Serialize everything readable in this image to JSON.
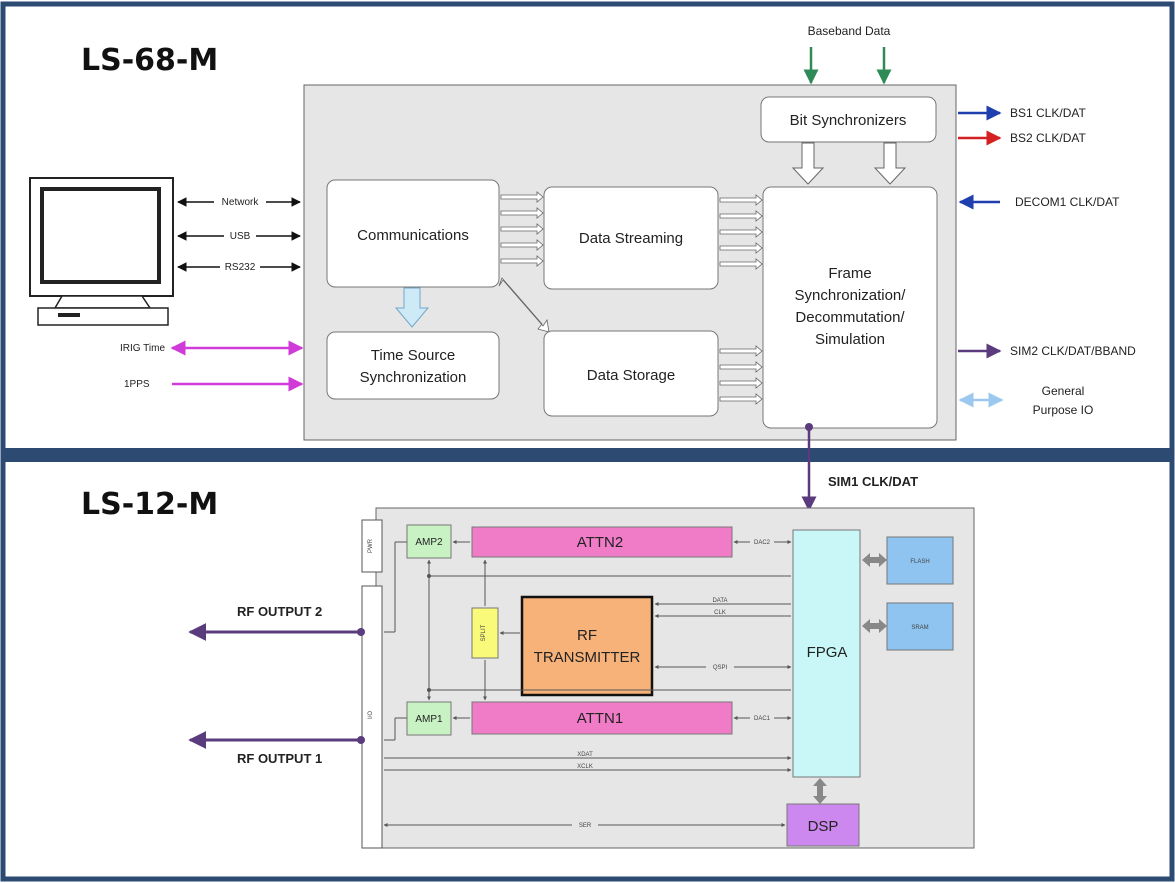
{
  "ls68": {
    "title": "LS-68-M",
    "baseband": "Baseband Data",
    "bit_sync": "Bit Synchronizers",
    "communications": "Communications",
    "data_streaming": "Data Streaming",
    "data_storage": "Data Storage",
    "time_source": [
      "Time Source",
      "Synchronization"
    ],
    "frame_sync": [
      "Frame",
      "Synchronization/",
      "Decommutation/",
      "Simulation"
    ],
    "links": {
      "network": "Network",
      "usb": "USB",
      "rs232": "RS232"
    },
    "irig": "IRIG Time",
    "pps": "1PPS",
    "bs1": "BS1 CLK/DAT",
    "bs2": "BS2 CLK/DAT",
    "decom1": "DECOM1 CLK/DAT",
    "sim2": "SIM2 CLK/DAT/BBAND",
    "gpio": [
      "General",
      "Purpose IO"
    ]
  },
  "sim1": "SIM1 CLK/DAT",
  "ls12": {
    "title": "LS-12-M",
    "attn2": "ATTN2",
    "attn1": "ATTN1",
    "amp2": "AMP2",
    "amp1": "AMP1",
    "rf_tx": [
      "RF",
      "TRANSMITTER"
    ],
    "fpga": "FPGA",
    "flash": "FLASH",
    "sram": "SRAM",
    "dsp": "DSP",
    "rf_out2": "RF OUTPUT 2",
    "rf_out1": "RF OUTPUT 1",
    "dac2": "DAC2",
    "dac1": "DAC1",
    "data": "DATA",
    "clk": "CLK",
    "qsp": "QSPI",
    "split": "SPLIT",
    "xdat": "XDAT",
    "xclk": "XCLK",
    "ser": "SER",
    "io": "I/O",
    "pwr": "PWR"
  },
  "colors": {
    "frame": "#2d4a73",
    "green": "#2e8b57",
    "blue": "#1f3fae",
    "red": "#d42020",
    "purple": "#5a3b7d",
    "magenta": "#d03ad8",
    "light_blue": "#9cc8f0",
    "pink": "#f07cc8",
    "amp_green": "#c9f2c4",
    "orange": "#f7b27a",
    "cyan": "#c9f7f7",
    "mem_blue": "#8ec4ef",
    "dsp_purple": "#cc88ee",
    "yellow": "#f9f97a"
  }
}
